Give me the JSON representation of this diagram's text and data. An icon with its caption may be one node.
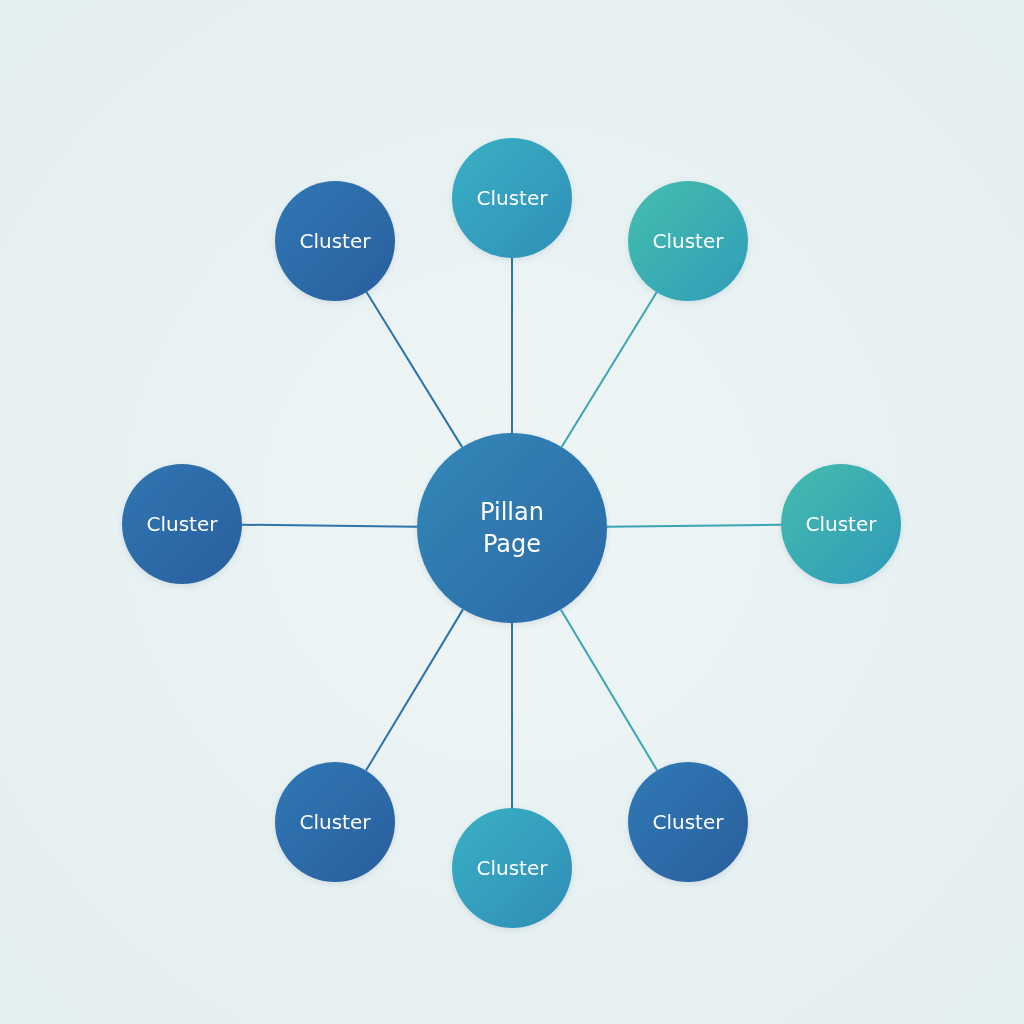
{
  "diagram": {
    "nodes": [
      {
        "text": [
          "Cluster"
        ]
      },
      {
        "text": [
          "Cluster"
        ]
      },
      {
        "text": [
          "Cluster"
        ]
      },
      {
        "text": [
          "Cluster"
        ]
      },
      {
        "text": [
          "Pillan Page"
        ]
      },
      {
        "text": [
          "Cluster"
        ]
      },
      {
        "text": [
          "Cluster"
        ]
      },
      {
        "text": [
          "Cluster"
        ]
      },
      {
        "text": [
          "Cluster"
        ]
      }
    ],
    "edges": [
      {
        "from": 4,
        "to": 0,
        "arrow": "none"
      },
      {
        "from": 4,
        "to": 1,
        "arrow": "none"
      },
      {
        "from": 4,
        "to": 2,
        "arrow": "none"
      },
      {
        "from": 4,
        "to": 3,
        "arrow": "none"
      },
      {
        "from": 4,
        "to": 5,
        "arrow": "none"
      },
      {
        "from": 4,
        "to": 6,
        "arrow": "none"
      },
      {
        "from": 4,
        "to": 7,
        "arrow": "none"
      },
      {
        "from": 4,
        "to": 8,
        "arrow": "none"
      }
    ]
  }
}
